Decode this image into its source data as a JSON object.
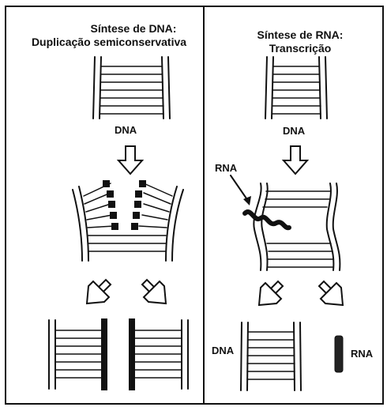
{
  "left_panel": {
    "title_line1": "Síntese de DNA:",
    "title_line2": "Duplicação semiconservativa",
    "dna_label": "DNA"
  },
  "right_panel": {
    "title_line1": "Síntese de RNA:",
    "title_line2": "Transcrição",
    "dna_label_top": "DNA",
    "rna_label_top": "RNA",
    "dna_label_bottom": "DNA",
    "rna_label_bottom": "RNA"
  }
}
